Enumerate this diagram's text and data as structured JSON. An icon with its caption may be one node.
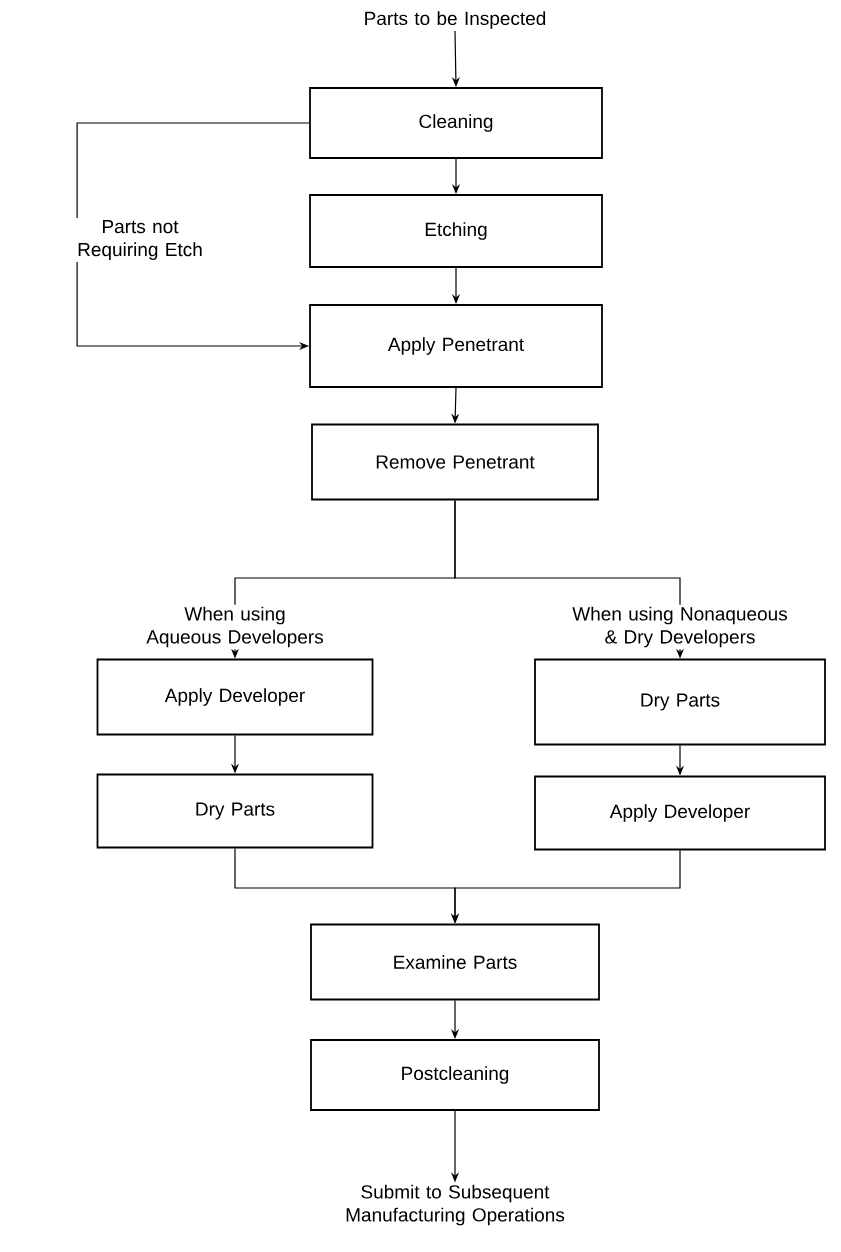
{
  "diagram": {
    "nodes": [
      {
        "text": [
          "Parts to be Inspected"
        ]
      },
      {
        "text": [
          "Cleaning"
        ]
      },
      {
        "text": [
          "Etching"
        ]
      },
      {
        "text": [
          "Apply Penetrant"
        ]
      },
      {
        "text": [
          "Remove Penetrant"
        ]
      },
      {
        "text": [
          "Apply Developer"
        ]
      },
      {
        "text": [
          "Dry Parts"
        ]
      },
      {
        "text": [
          "Dry Parts"
        ]
      },
      {
        "text": [
          "Apply Developer"
        ]
      },
      {
        "text": [
          "Examine Parts"
        ]
      },
      {
        "text": [
          "Postcleaning"
        ]
      },
      {
        "text": [
          "Submit to Subsequent Manufacturing Operations"
        ]
      }
    ],
    "edges": [
      {
        "from": 0,
        "to": 1,
        "arrow": "to"
      },
      {
        "from": 1,
        "to": 2,
        "arrow": "to"
      },
      {
        "from": 2,
        "to": 3,
        "arrow": "to"
      },
      {
        "from": 1,
        "to": 3,
        "arrow": "to",
        "label": "Parts not Requiring Etch"
      },
      {
        "from": 3,
        "to": 4,
        "arrow": "to"
      },
      {
        "from": 4,
        "to": 5,
        "arrow": "to",
        "label": "When using Aqueous Developers"
      },
      {
        "from": 4,
        "to": 7,
        "arrow": "to",
        "label": "When using Nonaqueous & Dry Developers"
      },
      {
        "from": 5,
        "to": 6,
        "arrow": "to"
      },
      {
        "from": 7,
        "to": 8,
        "arrow": "to"
      },
      {
        "from": 6,
        "to": 9,
        "arrow": "to"
      },
      {
        "from": 8,
        "to": 9,
        "arrow": "to"
      },
      {
        "from": 9,
        "to": 10,
        "arrow": "to"
      },
      {
        "from": 10,
        "to": 11,
        "arrow": "to"
      }
    ]
  }
}
